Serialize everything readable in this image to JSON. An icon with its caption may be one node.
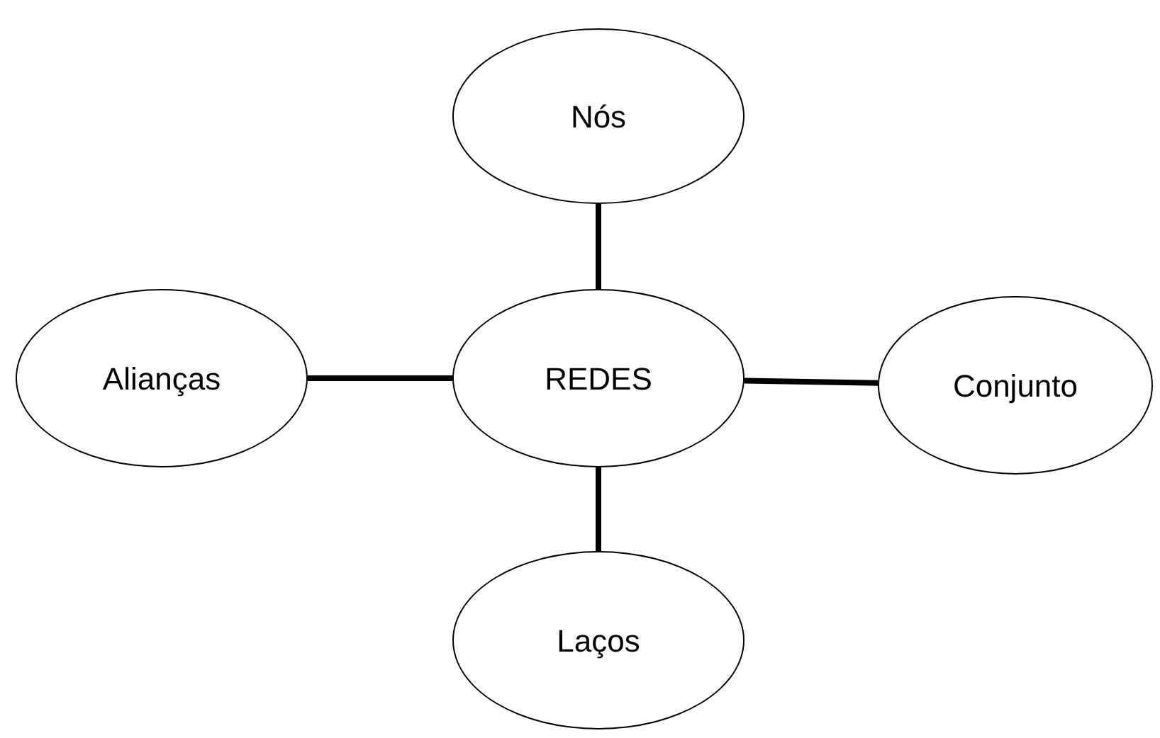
{
  "diagram": {
    "nodes": [
      {
        "text": [
          "Nós"
        ]
      },
      {
        "text": [
          "Alianças"
        ]
      },
      {
        "text": [
          "REDES"
        ]
      },
      {
        "text": [
          "Conjunto"
        ]
      },
      {
        "text": [
          "Laços"
        ]
      }
    ],
    "edges": [
      {
        "from": 2,
        "to": 0,
        "arrow": "none"
      },
      {
        "from": 1,
        "to": 2,
        "arrow": "none"
      },
      {
        "from": 2,
        "to": 3,
        "arrow": "none"
      },
      {
        "from": 2,
        "to": 4,
        "arrow": "none"
      }
    ]
  }
}
